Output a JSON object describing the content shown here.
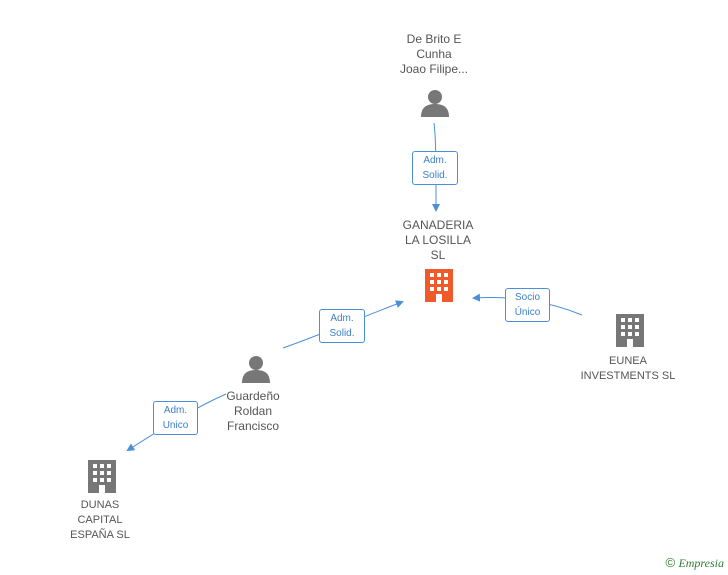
{
  "nodes": {
    "person_top": {
      "lines": [
        "De Brito E",
        "Cunha",
        "Joao Filipe..."
      ]
    },
    "center_company": {
      "lines": [
        "GANADERIA",
        "LA LOSILLA",
        "SL"
      ]
    },
    "eunea": {
      "lines": [
        "EUNEA",
        "INVESTMENTS SL"
      ]
    },
    "person_mid": {
      "lines": [
        "Guardeño",
        "Roldan",
        "Francisco"
      ]
    },
    "dunas": {
      "lines": [
        "DUNAS",
        "CAPITAL",
        "ESPAÑA SL"
      ]
    }
  },
  "edges": {
    "top_to_center": {
      "lines": [
        "Adm.",
        "Solid."
      ]
    },
    "mid_to_center": {
      "lines": [
        "Adm.",
        "Solid."
      ]
    },
    "eunea_to_center": {
      "lines": [
        "Socio",
        "Único"
      ]
    },
    "mid_to_dunas": {
      "lines": [
        "Adm.",
        "Unico"
      ]
    }
  },
  "colors": {
    "edge": "#4a90d9",
    "person_icon": "#777777",
    "building_icon": "#777777",
    "center_icon": "#f0592a",
    "brand": "#2e7d32"
  },
  "watermark": {
    "symbol": "©",
    "brand": "Empresia"
  }
}
